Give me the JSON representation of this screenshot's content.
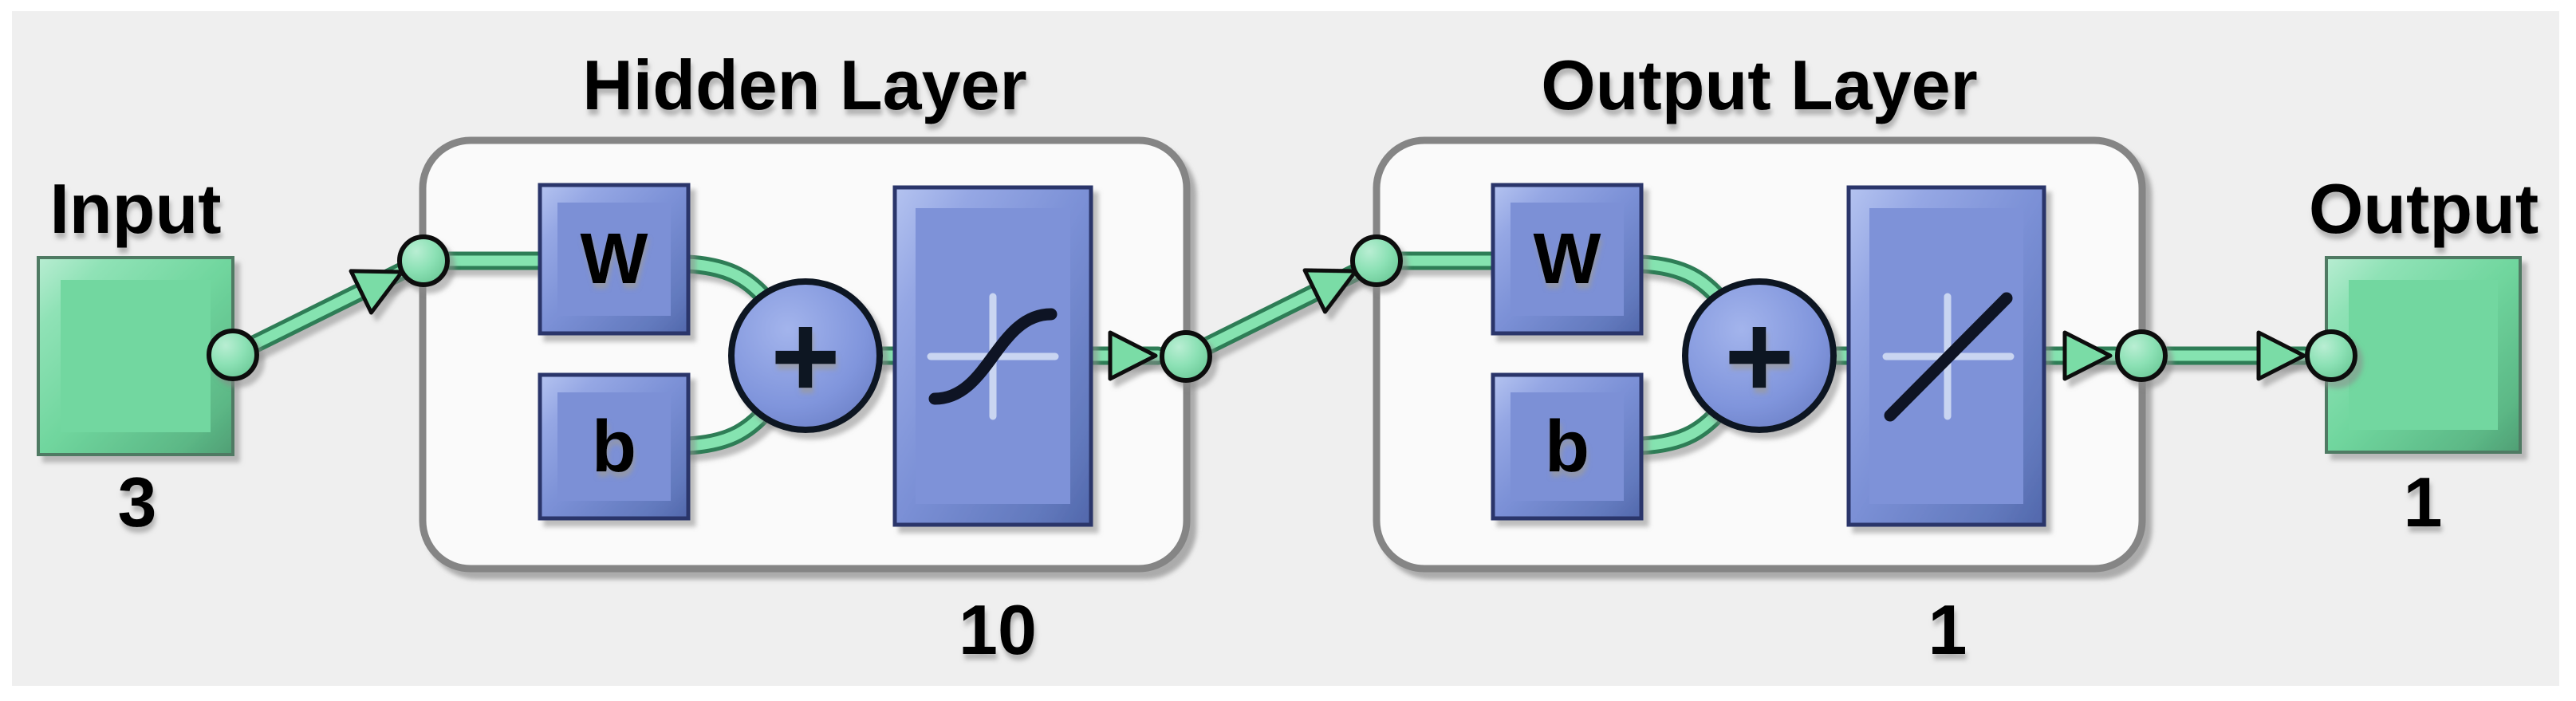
{
  "diagram_type": "neural-network-architecture",
  "input": {
    "label": "Input",
    "size": "3"
  },
  "output": {
    "label": "Output",
    "size": "1"
  },
  "layers": [
    {
      "title": "Hidden Layer",
      "weight_label": "W",
      "bias_label": "b",
      "sum_label": "+",
      "size": "10",
      "transfer_icon": "tansig-sigmoid-icon"
    },
    {
      "title": "Output Layer",
      "weight_label": "W",
      "bias_label": "b",
      "sum_label": "+",
      "size": "1",
      "transfer_icon": "purelin-linear-icon"
    }
  ],
  "colors": {
    "page_background": "#ffffff",
    "canvas_background": "#efefef",
    "layer_box_fill": "#fafafa",
    "layer_box_border": "#858585",
    "green_block": "#72d7a0",
    "green_block_light": "#b8edd2",
    "green_block_dark": "#4f9e74",
    "pipe_core": "#85e3b0",
    "pipe_edge": "#2f7d57",
    "blue_block": "#7b90d6",
    "blue_block_light": "#b4c3f0",
    "blue_block_dark": "#5167ab",
    "blue_outline": "#2a356b",
    "text_ink": "#060606"
  }
}
